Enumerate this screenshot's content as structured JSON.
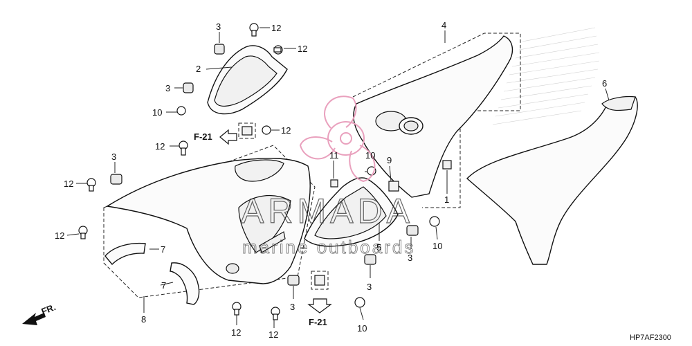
{
  "callouts": {
    "p1": "1",
    "p2": "2",
    "p3a": "3",
    "p3b": "3",
    "p3c": "3",
    "p3d": "3",
    "p3e": "3",
    "p3f": "3",
    "p4": "4",
    "p5": "5",
    "p6": "6",
    "p7a": "7",
    "p7b": "7",
    "p8": "8",
    "p9": "9",
    "p10a": "10",
    "p10b": "10",
    "p10c": "10",
    "p10d": "10",
    "p11": "11",
    "p12a": "12",
    "p12b": "12",
    "p12c": "12",
    "p12d": "12",
    "p12e": "12",
    "p12f": "12",
    "p12g": "12",
    "p12h": "12"
  },
  "references": {
    "f21_left": "F-21",
    "f21_bottom": "F-21"
  },
  "direction_label": "FR.",
  "diagram_code": "HP7AF2300",
  "watermark": {
    "brand": "ARMADA",
    "tagline": "marine outboards"
  },
  "colors": {
    "line": "#111111",
    "watermark_pink": "#e9a0bd",
    "background": "#ffffff"
  }
}
